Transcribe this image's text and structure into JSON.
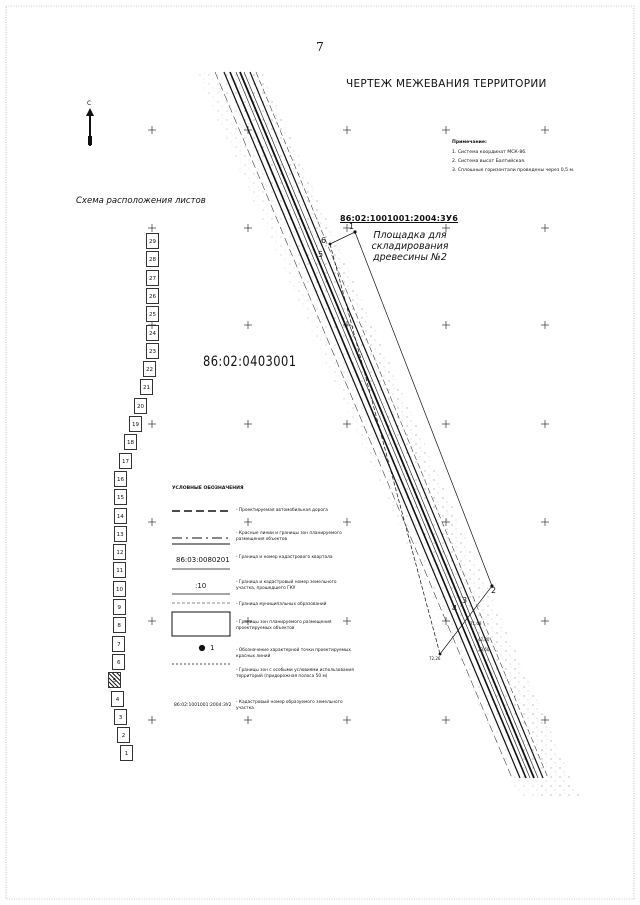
{
  "page_number": "7",
  "title": "ЧЕРТЕЖ МЕЖЕВАНИЯ ТЕРРИТОРИИ",
  "north_arrow_label": "С",
  "notes": {
    "heading": "Примечание:",
    "items": [
      "1. Система координат МСК-86.",
      "2. Система высот Балтийская.",
      "3. Сплошные горизонтали проведены через 0,5 м."
    ]
  },
  "sheet_scheme_title": "Схема расположения листов",
  "sheets": [
    "29",
    "28",
    "27",
    "26",
    "25",
    "24",
    "23",
    "22",
    "21",
    "20",
    "19",
    "18",
    "17",
    "16",
    "15",
    "14",
    "13",
    "12",
    "11",
    "10",
    "9",
    "8",
    "7",
    "6",
    "5",
    "4",
    "3",
    "2",
    "1"
  ],
  "cadastral_quarter": "86:02:0403001",
  "plot_number": "86:02:1001001:2004:3У6",
  "site_label": "Площадка для складирования древесины №2",
  "vertices": {
    "v1": "1",
    "v2": "2",
    "v6": "6",
    "v5": "5",
    "v3": "3",
    "v4": "4"
  },
  "dimensions": [
    "21,68",
    "42,80",
    "33,60",
    "72,26"
  ],
  "legend": {
    "title": "УСЛОВНЫЕ ОБОЗНАЧЕНИЯ",
    "items": [
      {
        "code": "",
        "label": "- Проектируемая автомобильная дорога"
      },
      {
        "code": "",
        "label": "- Красные линии и границы зон планируемого размещения объектов"
      },
      {
        "code": "86:03:0080201",
        "label": "- Граница и номер кадастрового квартала"
      },
      {
        "code": ":10",
        "label": "- Граница и кадастровый номер земельного участка, прошедшего ГКУ"
      },
      {
        "code": "",
        "label": "- Граница муниципальных образований"
      },
      {
        "code": "",
        "label": "- Границы зон планируемого размещения проектируемых объектов"
      },
      {
        "code": "1",
        "label": "- Обозначение характерной точки проектируемых красных линий"
      },
      {
        "code": "",
        "label": "- Границы зон с особыми условиями использования территорий (придорожная полоса 50 м)"
      },
      {
        "code": "86:02:1001001:2004:3У2",
        "label": "- Кадастровый номер образуемого земельного участка"
      }
    ]
  }
}
